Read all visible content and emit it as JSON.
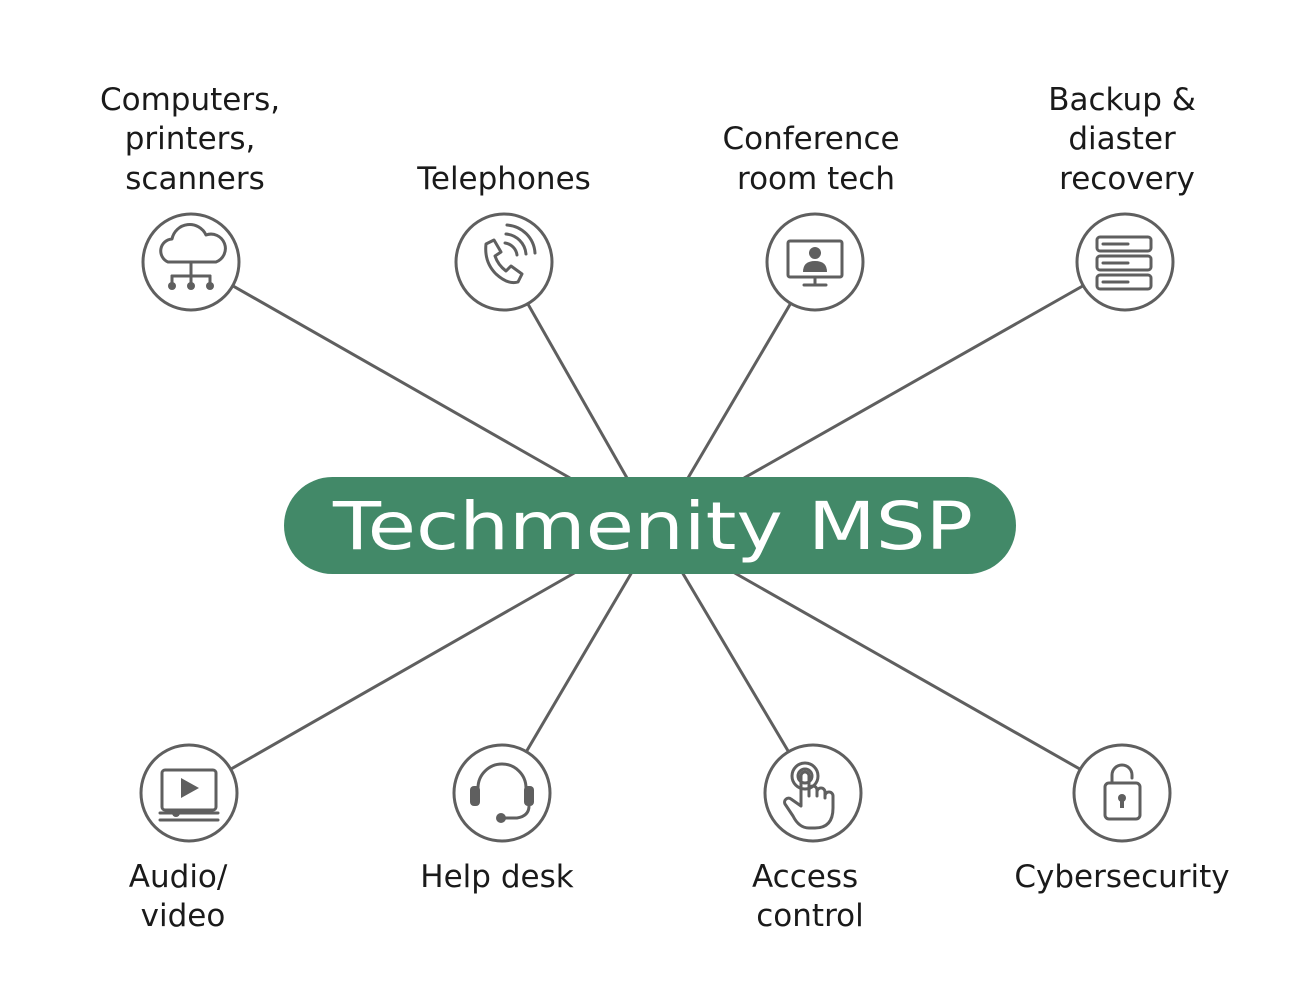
{
  "hub": {
    "label": "Techmenity MSP",
    "color": "#428968"
  },
  "line_color": "#5f5f5f",
  "nodes": [
    {
      "id": "computers",
      "label_lines": [
        "Computers,",
        "printers,",
        "scanners"
      ],
      "icon": "cloud-network-icon"
    },
    {
      "id": "telephones",
      "label_lines": [
        "Telephones"
      ],
      "icon": "phone-signal-icon"
    },
    {
      "id": "conference",
      "label_lines": [
        "Conference",
        "room tech"
      ],
      "icon": "video-conference-monitor-icon"
    },
    {
      "id": "backup",
      "label_lines": [
        "Backup &",
        "diaster",
        "recovery"
      ],
      "icon": "server-stack-icon"
    },
    {
      "id": "audio-video",
      "label_lines": [
        "Audio/",
        "video"
      ],
      "icon": "video-player-icon"
    },
    {
      "id": "help-desk",
      "label_lines": [
        "Help desk"
      ],
      "icon": "headset-icon"
    },
    {
      "id": "access-control",
      "label_lines": [
        "Access",
        "control"
      ],
      "icon": "touch-hand-icon"
    },
    {
      "id": "cybersecurity",
      "label_lines": [
        "Cybersecurity"
      ],
      "icon": "open-padlock-icon"
    }
  ]
}
